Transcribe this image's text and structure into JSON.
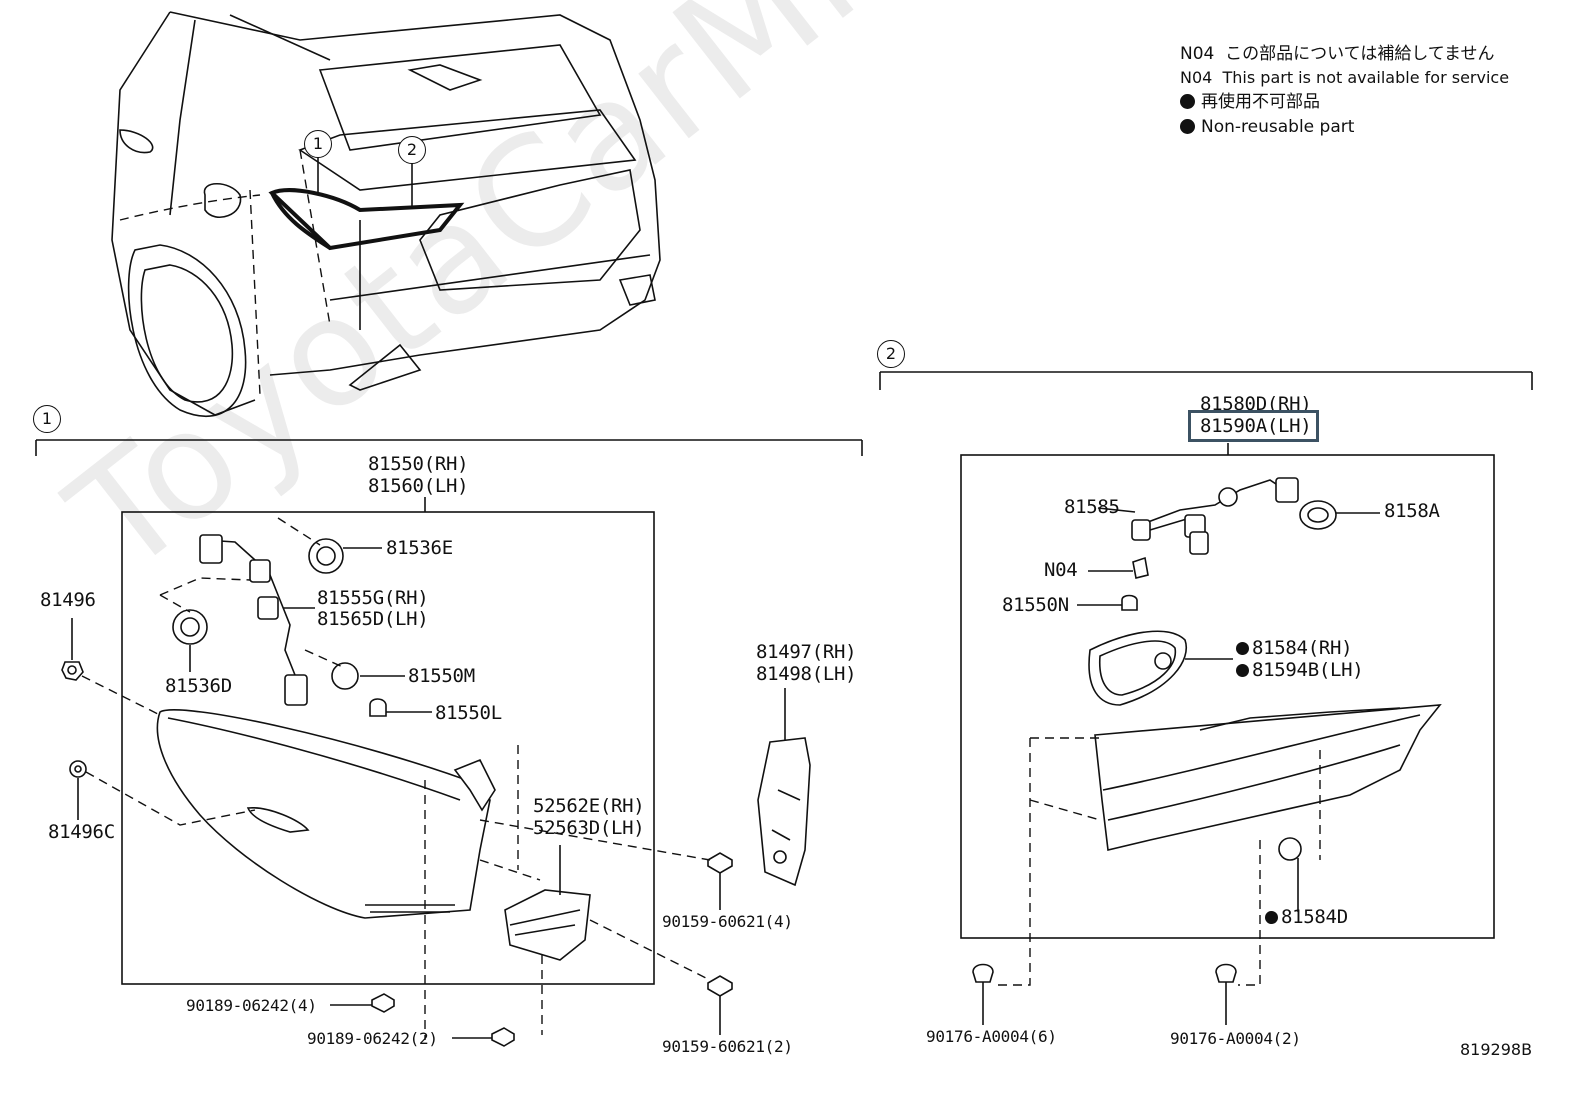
{
  "watermark": "ToyotaCarMine.ru",
  "legend": {
    "line1_code": "N04",
    "line1_text": "この部品については補給してません",
    "line2_code": "N04",
    "line2_text": "This part is not available for service",
    "line3_text": "再使用不可部品",
    "line4_text": "Non-reusable part"
  },
  "callouts": {
    "one": "1",
    "two": "2"
  },
  "group1": {
    "assembly_rh": "81550(RH)",
    "assembly_lh": "81560(LH)",
    "p81536E": "81536E",
    "p81555G": "81555G(RH)",
    "p81565D": "81565D(LH)",
    "p81536D": "81536D",
    "p81550M": "81550M",
    "p81550L": "81550L",
    "p81496": "81496",
    "p81496C": "81496C",
    "p81497": "81497(RH)",
    "p81498": "81498(LH)",
    "p52562E": "52562E(RH)",
    "p52563D": "52563D(LH)",
    "bolt_90159_a": "90159-60621(4)",
    "bolt_90159_b": "90159-60621(2)",
    "bolt_90189_a": "90189-06242(4)",
    "bolt_90189_b": "90189-06242(2)"
  },
  "group2": {
    "assembly_rh": "81580D(RH)",
    "assembly_lh": "81590A(LH)",
    "p81585": "81585",
    "p8158A": "8158A",
    "pN04": "N04",
    "p81550N": "81550N",
    "p81584": "81584(RH)",
    "p81594B": "81594B(LH)",
    "p81584D": "81584D",
    "clip_a": "90176-A0004(6)",
    "clip_b": "90176-A0004(2)"
  },
  "diagram_code": "819298B",
  "colors": {
    "highlight_border": "#3c5263",
    "ink": "#111111"
  }
}
